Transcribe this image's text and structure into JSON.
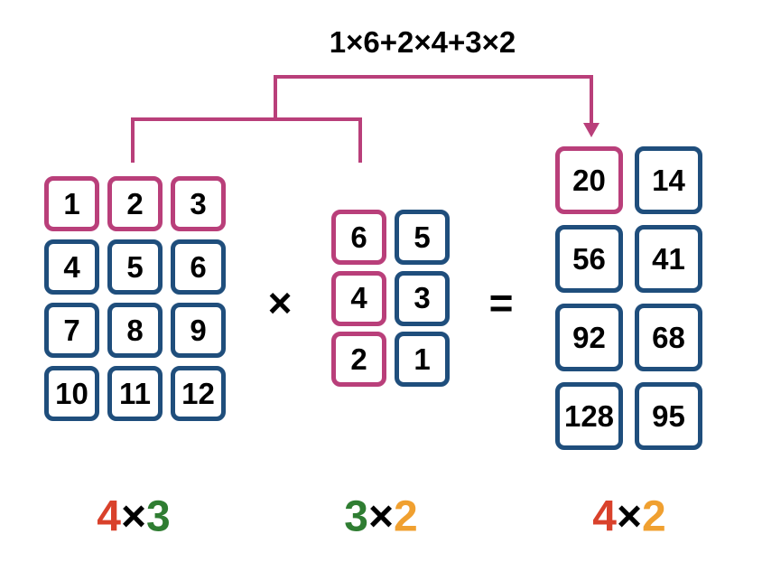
{
  "formula": "1×6+2×4+3×2",
  "colors": {
    "highlight": "#b93f7a",
    "cell": "#1f4e7c",
    "rows": "#d9412b",
    "shared": "#2f7d32",
    "cols": "#f0a030"
  },
  "matrix_a": {
    "values": [
      [
        "1",
        "2",
        "3"
      ],
      [
        "4",
        "5",
        "6"
      ],
      [
        "7",
        "8",
        "9"
      ],
      [
        "10",
        "11",
        "12"
      ]
    ],
    "highlight_row": 0,
    "dims": {
      "rows": "4",
      "times": "×",
      "cols": "3"
    }
  },
  "matrix_b": {
    "values": [
      [
        "6",
        "5"
      ],
      [
        "4",
        "3"
      ],
      [
        "2",
        "1"
      ]
    ],
    "highlight_col": 0,
    "dims": {
      "rows": "3",
      "times": "×",
      "cols": "2"
    }
  },
  "matrix_c": {
    "values": [
      [
        "20",
        "14"
      ],
      [
        "56",
        "41"
      ],
      [
        "92",
        "68"
      ],
      [
        "128",
        "95"
      ]
    ],
    "highlight_cell": [
      0,
      0
    ],
    "dims": {
      "rows": "4",
      "times": "×",
      "cols": "2"
    }
  },
  "operators": {
    "multiply": "×",
    "equals": "="
  }
}
